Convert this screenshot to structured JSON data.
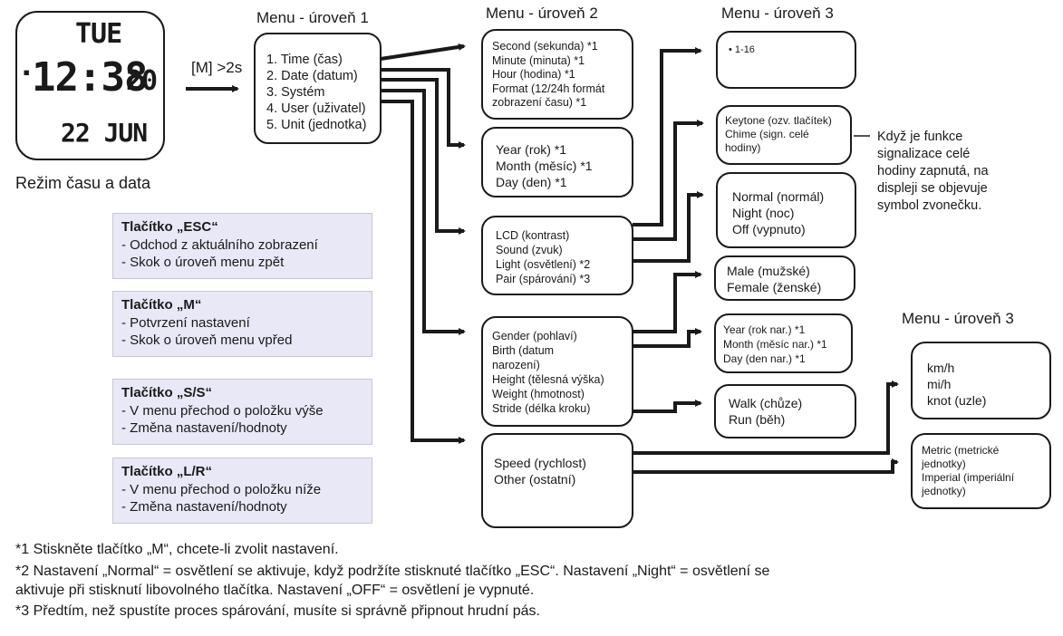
{
  "watch": {
    "day": "TUE",
    "indicator": "▪",
    "time": "12:38",
    "seconds": "20",
    "date": "22 JUN"
  },
  "mode_label": "Režim času a data",
  "enter_label": "[M] >2s",
  "headers": {
    "level1": "Menu - úroveň 1",
    "level2": "Menu - úroveň 2",
    "level3_top": "Menu - úroveň 3",
    "level3_right": "Menu - úroveň 3"
  },
  "level1_items": [
    "1. Time (čas)",
    "2. Date (datum)",
    "3. Systém",
    "4. User (uživatel)",
    "5. Unit (jednotka)"
  ],
  "level2": {
    "time": [
      "Second (sekunda) *1",
      "Minute (minuta) *1",
      "Hour (hodina) *1",
      "Format (12/24h formát",
      "zobrazení času) *1"
    ],
    "date": [
      "Year (rok) *1",
      "Month (měsíc) *1",
      "Day (den) *1"
    ],
    "system": [
      "LCD (kontrast)",
      "Sound (zvuk)",
      "Light (osvětlení) *2",
      "Pair (spárování) *3"
    ],
    "user": [
      "Gender (pohlaví)",
      "Birth (datum",
      "narození)",
      "Height (tělesná výška)",
      "Weight (hmotnost)",
      "Stride (délka kroku)"
    ],
    "unit": [
      "Speed (rychlost)",
      "Other (ostatní)"
    ]
  },
  "level3": {
    "lcd": [
      "• 1-16"
    ],
    "sound": [
      "Keytone (ozv. tlačítek)",
      "Chime (sign. celé",
      "hodiny)"
    ],
    "light": [
      "Normal (normál)",
      "Night (noc)",
      "Off (vypnuto)"
    ],
    "gender": [
      "Male (mužské)",
      "Female (ženské)"
    ],
    "birth": [
      "Year (rok nar.) *1",
      "Month (měsíc nar.) *1",
      "Day (den nar.) *1"
    ],
    "stride": [
      "Walk (chůze)",
      "Run (běh)"
    ],
    "speed": [
      "km/h",
      "mi/h",
      "knot (uzle)"
    ],
    "other": [
      "Metric (metrické",
      "jednotky)",
      "Imperial (imperiální",
      "jednotky)"
    ]
  },
  "chime_note": [
    "Když je funkce",
    "signalizace celé",
    "hodiny zapnutá, na",
    "displeji se objevuje",
    "symbol zvonečku."
  ],
  "buttons": [
    {
      "title": "Tlačítko „ESC“",
      "lines": [
        "- Odchod z aktuálního zobrazení",
        "- Skok o úroveň menu zpět"
      ]
    },
    {
      "title": "Tlačítko „M“",
      "lines": [
        "- Potvrzení nastavení",
        "- Skok o úroveň menu vpřed"
      ]
    },
    {
      "title": "Tlačítko „S/S“",
      "lines": [
        "- V menu přechod o položku výše",
        "- Změna nastavení/hodnoty"
      ]
    },
    {
      "title": "Tlačítko „L/R“",
      "lines": [
        "- V menu přechod o položku níže",
        "- Změna nastavení/hodnoty"
      ]
    }
  ],
  "footnotes": [
    "*1 Stiskněte tlačítko „M“, chcete-li zvolit nastavení.",
    "*2 Nastavení „Normal“ = osvětlení se aktivuje, když podržíte stisknuté tlačítko „ESC“. Nastavení „Night“ = osvětlení se",
    "aktivuje při stisknutí libovolného tlačítka. Nastavení „OFF“ = osvětlení je vypnuté.",
    "*3 Předtím, než spustíte proces spárování, musíte si správně připnout hrudní pás."
  ]
}
